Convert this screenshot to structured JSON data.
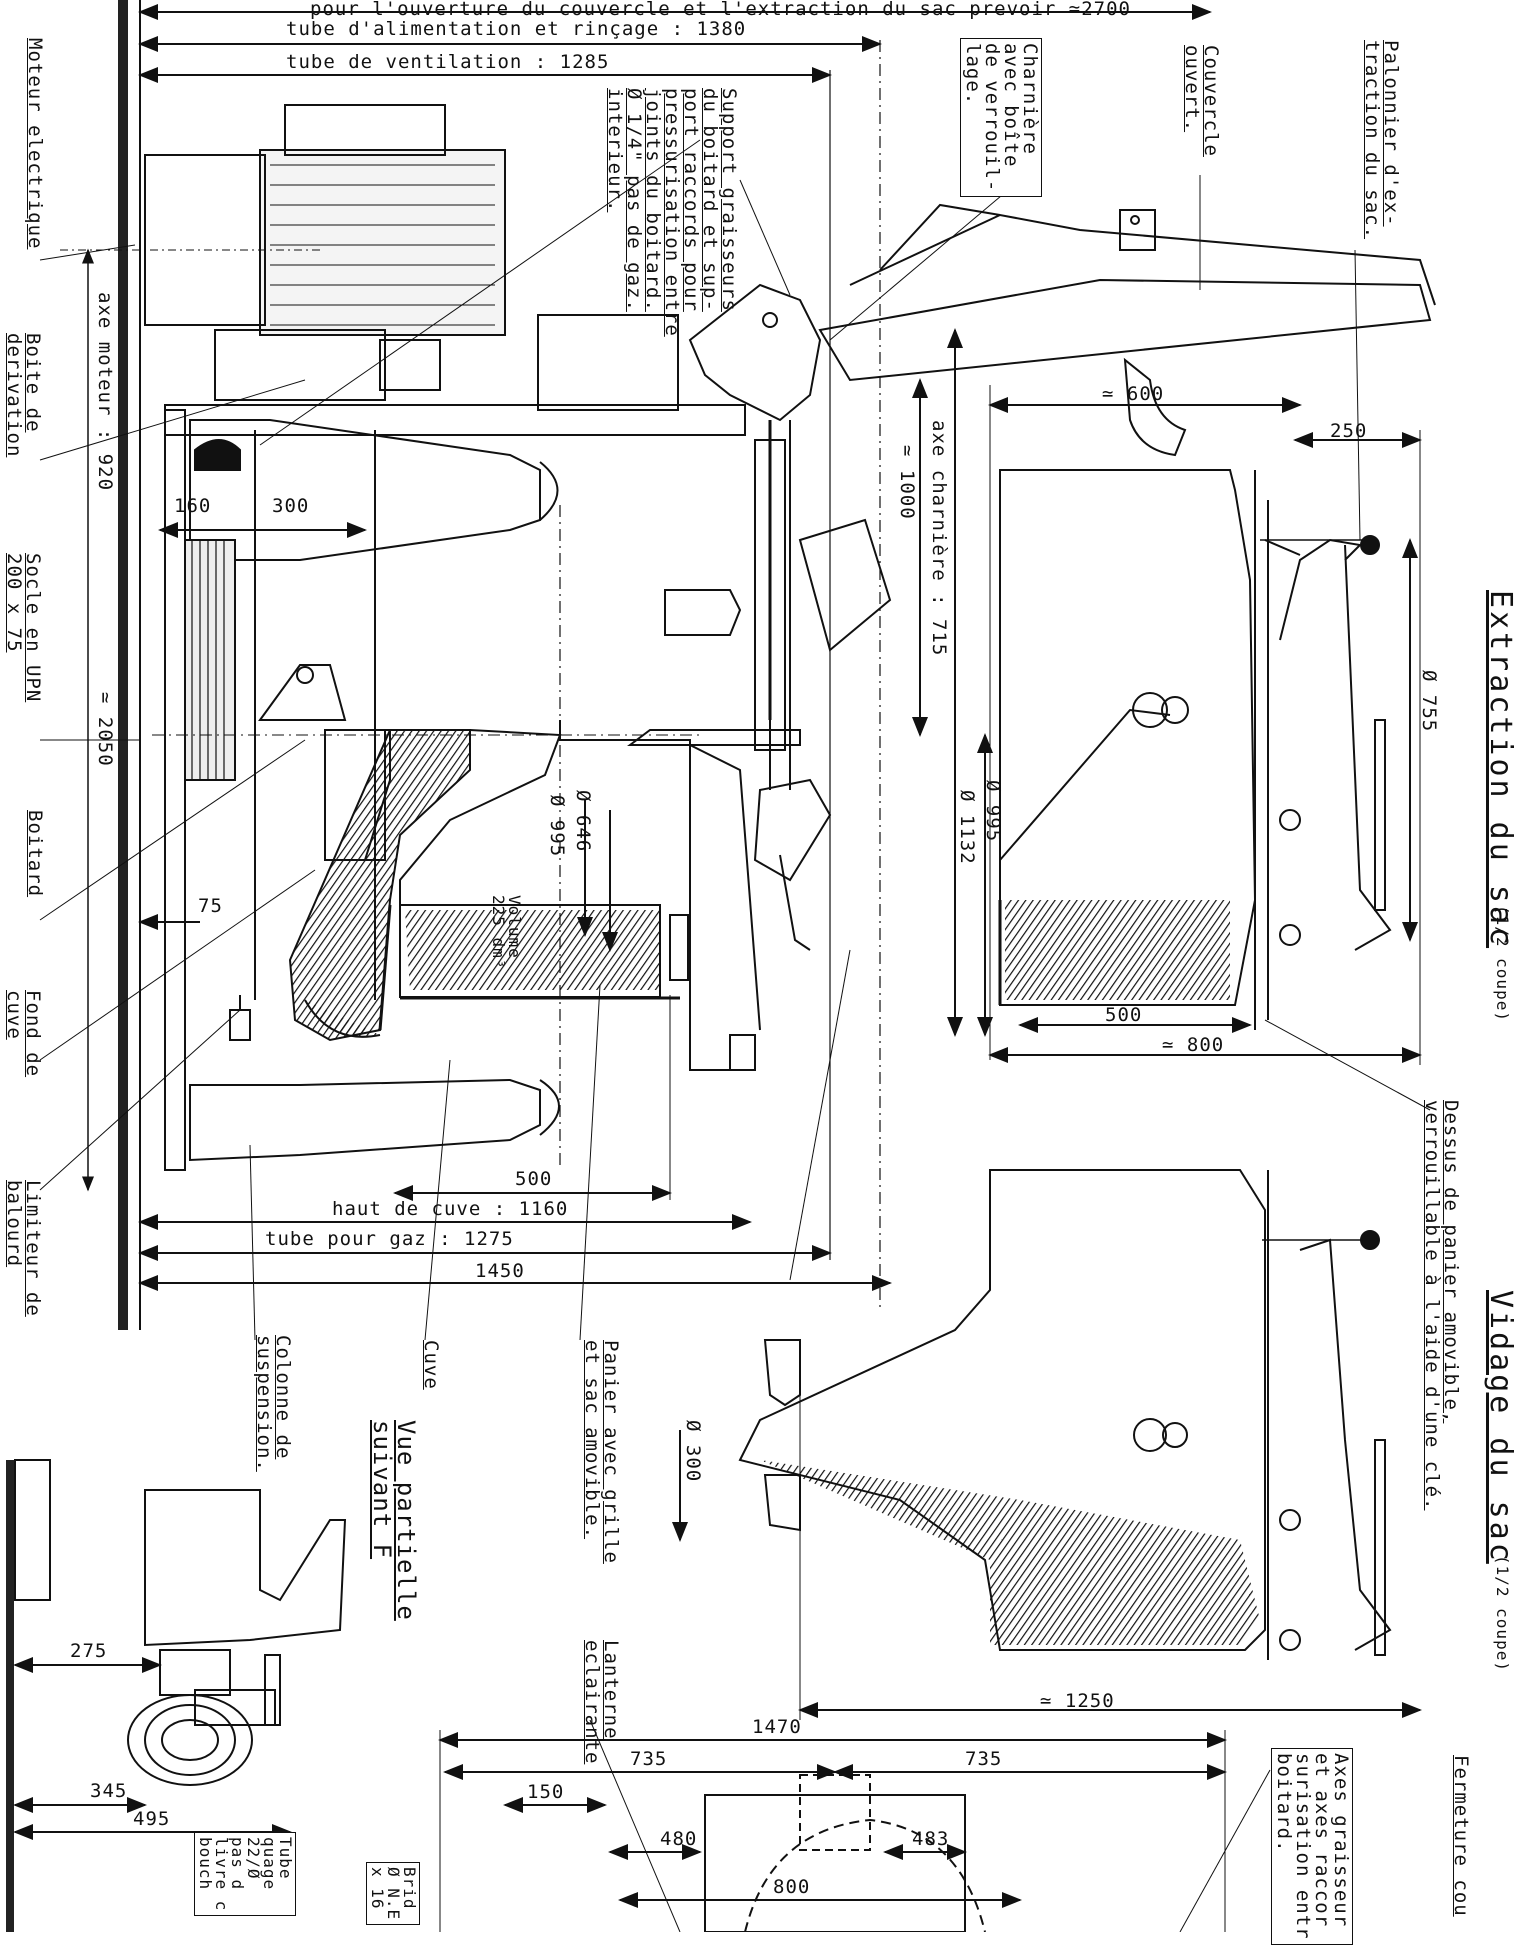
{
  "top_dims": {
    "opening": "pour l'ouverture du couvercle et l'extraction du sac prevoir ≃2700",
    "alimentation": "tube d'alimentation et rinçage : 1380",
    "ventilation": "tube de ventilation : 1285"
  },
  "bottom_dims": {
    "haut_de_cuve": "haut de cuve : 1160",
    "tube_gaz": "tube pour gaz : 1275",
    "total": "1450",
    "d500": "500"
  },
  "left_labels": {
    "moteur": "Moteur electrique",
    "boite": [
      "Boite de",
      "derivation"
    ],
    "socle": [
      "Socle en UPN",
      "200 x 75"
    ],
    "boitard": "Boitard",
    "fond": [
      "Fond de",
      "cuve"
    ],
    "limiteur": [
      "Limiteur de",
      "balourd"
    ]
  },
  "dims_main": {
    "axe_moteur": "axe moteur : 920",
    "d160": "160",
    "d300": "300",
    "d2050": "≃ 2050",
    "d75": "75",
    "axe_charniere": "axe charnière : 715",
    "d1000": "≃ 1000",
    "phi646": "Ø 646",
    "phi995a": "Ø 995",
    "phi995b": "Ø 995",
    "phi1132": "Ø 1132",
    "volume": [
      "Volume",
      "225 dm³"
    ]
  },
  "support_label": [
    "Support graisseurs",
    "du boitard et sup-",
    "port raccords pour",
    "pressurisation entre",
    "joints du boitard.",
    "Ø 1/4\" pas de gaz.",
    "interieur."
  ],
  "charniere_label": [
    "Charnière",
    "avec boîte",
    "de verrouil-",
    "lage."
  ],
  "couvercle_label": [
    "Couvercle",
    "ouvert."
  ],
  "palonnier_label": [
    "Palonnier d'ex-",
    "traction du sac."
  ],
  "extraction": {
    "title": "Extraction du sac",
    "sub": "(1/2 coupe)",
    "d600": "≃ 600",
    "d250": "250",
    "phi755": "Ø 755",
    "d500": "500",
    "d800": "≃ 800"
  },
  "dessus_label": [
    "Dessus de panier amovible,",
    "verrouillable à l'aide d'une clé."
  ],
  "vidage": {
    "title": "Vidage du sac",
    "sub": "(1/2 coupe)",
    "d1250": "≃ 1250",
    "phi300": "Ø 300"
  },
  "bottom_labels": {
    "colonne": [
      "Colonne de",
      "suspension."
    ],
    "cuve": "Cuve",
    "panier": [
      "Panier avec grille",
      "et sac amovible."
    ],
    "lanterne": [
      "Lanterne",
      "eclairante"
    ],
    "vue_partielle": [
      "Vue partielle",
      "suivant F"
    ]
  },
  "bottom_dims2": {
    "d1470": "1470",
    "d735a": "735",
    "d735b": "735",
    "d150": "150",
    "d480": "480",
    "d483": "483",
    "d800": "800",
    "d275": "275",
    "d345": "345",
    "d495": "495"
  },
  "axes_label": [
    "Axes graisseur",
    "et axes raccor",
    "surisation entr",
    "boitard."
  ],
  "fermeture": "Fermeture cou",
  "tube_label": [
    "Tube",
    "quage",
    "22/Ø",
    "pas d",
    "livre c",
    "bouch"
  ],
  "bride_label": [
    "Brid",
    "Ø N.E",
    "x 16"
  ]
}
